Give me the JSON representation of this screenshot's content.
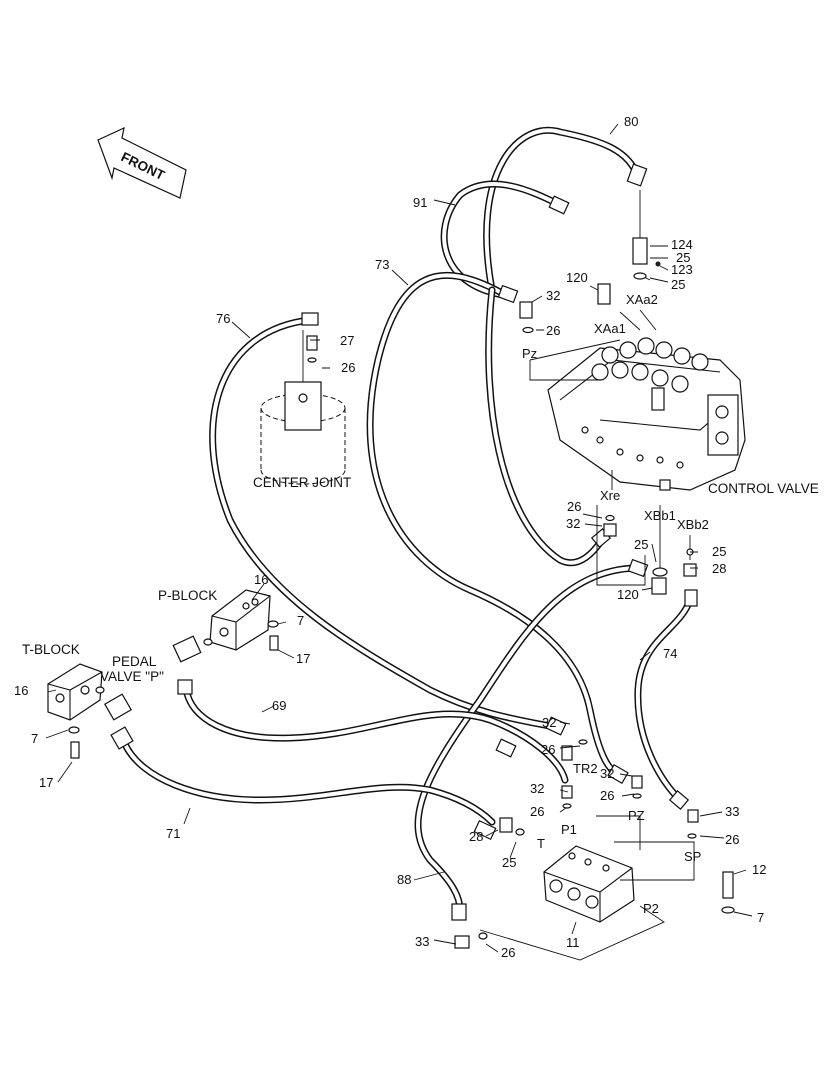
{
  "front_label": "FRONT",
  "assemblies": {
    "center_joint": "CENTER JOINT",
    "control_valve": "CONTROL VALVE",
    "p_block": "P-BLOCK",
    "t_block": "T-BLOCK",
    "pedal_valve_line1": "PEDAL",
    "pedal_valve_line2": "VALVE \"P\""
  },
  "port_labels": {
    "pz_top": "Pz",
    "xaa1": "XAa1",
    "xaa2": "XAa2",
    "xre": "Xre",
    "xbb1": "XBb1",
    "xbb2": "XBb2",
    "tr2": "TR2",
    "pz_bottom": "PZ",
    "p1": "P1",
    "t": "T",
    "p2": "P2",
    "sp": "SP"
  },
  "part_numbers": {
    "n80": "80",
    "n91": "91",
    "n124": "124",
    "n25a": "25",
    "n123": "123",
    "n25b": "25",
    "n73": "73",
    "n120a": "120",
    "n32a": "32",
    "n26a": "26",
    "n76": "76",
    "n27": "27",
    "n26b": "26",
    "n26c": "26",
    "n32b": "32",
    "n25c": "25",
    "n25d": "25",
    "n28a": "28",
    "n120b": "120",
    "n16a": "16",
    "n7a": "7",
    "n17a": "17",
    "n16b": "16",
    "n7b": "7",
    "n17b": "17",
    "n74": "74",
    "n69": "69",
    "n32c": "32",
    "n26d": "26",
    "n32d": "32",
    "n32e": "32",
    "n26e": "26",
    "n26f": "26",
    "n33a": "33",
    "n26g": "26",
    "n71": "71",
    "n28b": "28",
    "n25e": "25",
    "n12": "12",
    "n7c": "7",
    "n88": "88",
    "n11": "11",
    "n33b": "33",
    "n26h": "26"
  }
}
